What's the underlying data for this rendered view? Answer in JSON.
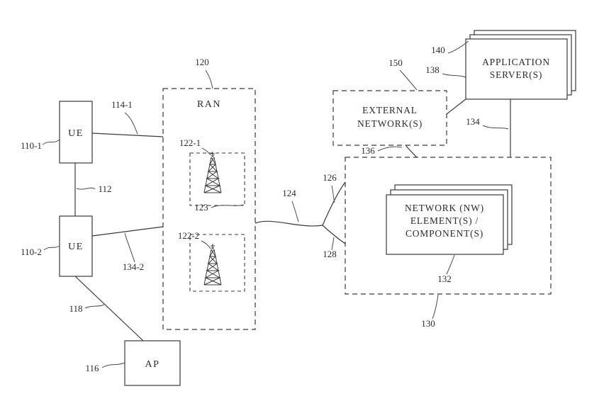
{
  "figure": {
    "nodes": {
      "ue1": {
        "label": "UE",
        "ref": "110-1"
      },
      "ue2": {
        "label": "UE",
        "ref": "110-2"
      },
      "d2d_link": {
        "ref": "112"
      },
      "ue1_ran_link": {
        "ref": "114-1"
      },
      "ap": {
        "label": "AP",
        "ref": "116"
      },
      "ap_link": {
        "ref": "118"
      },
      "ran": {
        "label": "RAN",
        "ref": "120"
      },
      "tower1": {
        "ref": "122-1"
      },
      "tower2": {
        "ref": "122-2"
      },
      "cell_group": {
        "ref": "123"
      },
      "backhaul_link": {
        "ref": "124"
      },
      "branch_upper": {
        "ref": "126"
      },
      "branch_lower": {
        "ref": "128"
      },
      "ue2_ran_link": {
        "ref": "134-2"
      },
      "external_network": {
        "line1": "EXTERNAL",
        "line2": "NETWORK(S)",
        "ref": "150"
      },
      "external_core_link": {
        "ref": "136"
      },
      "application_server": {
        "line1": "APPLICATION",
        "line2": "SERVER(S)",
        "ref_top": "140",
        "ref_side": "138"
      },
      "server_core_link": {
        "ref": "134"
      },
      "core_network": {
        "ref": "130"
      },
      "network_element": {
        "line1": "NETWORK (NW)",
        "line2": "ELEMENT(S) /",
        "line3": "COMPONENT(S)",
        "ref": "132"
      }
    }
  }
}
